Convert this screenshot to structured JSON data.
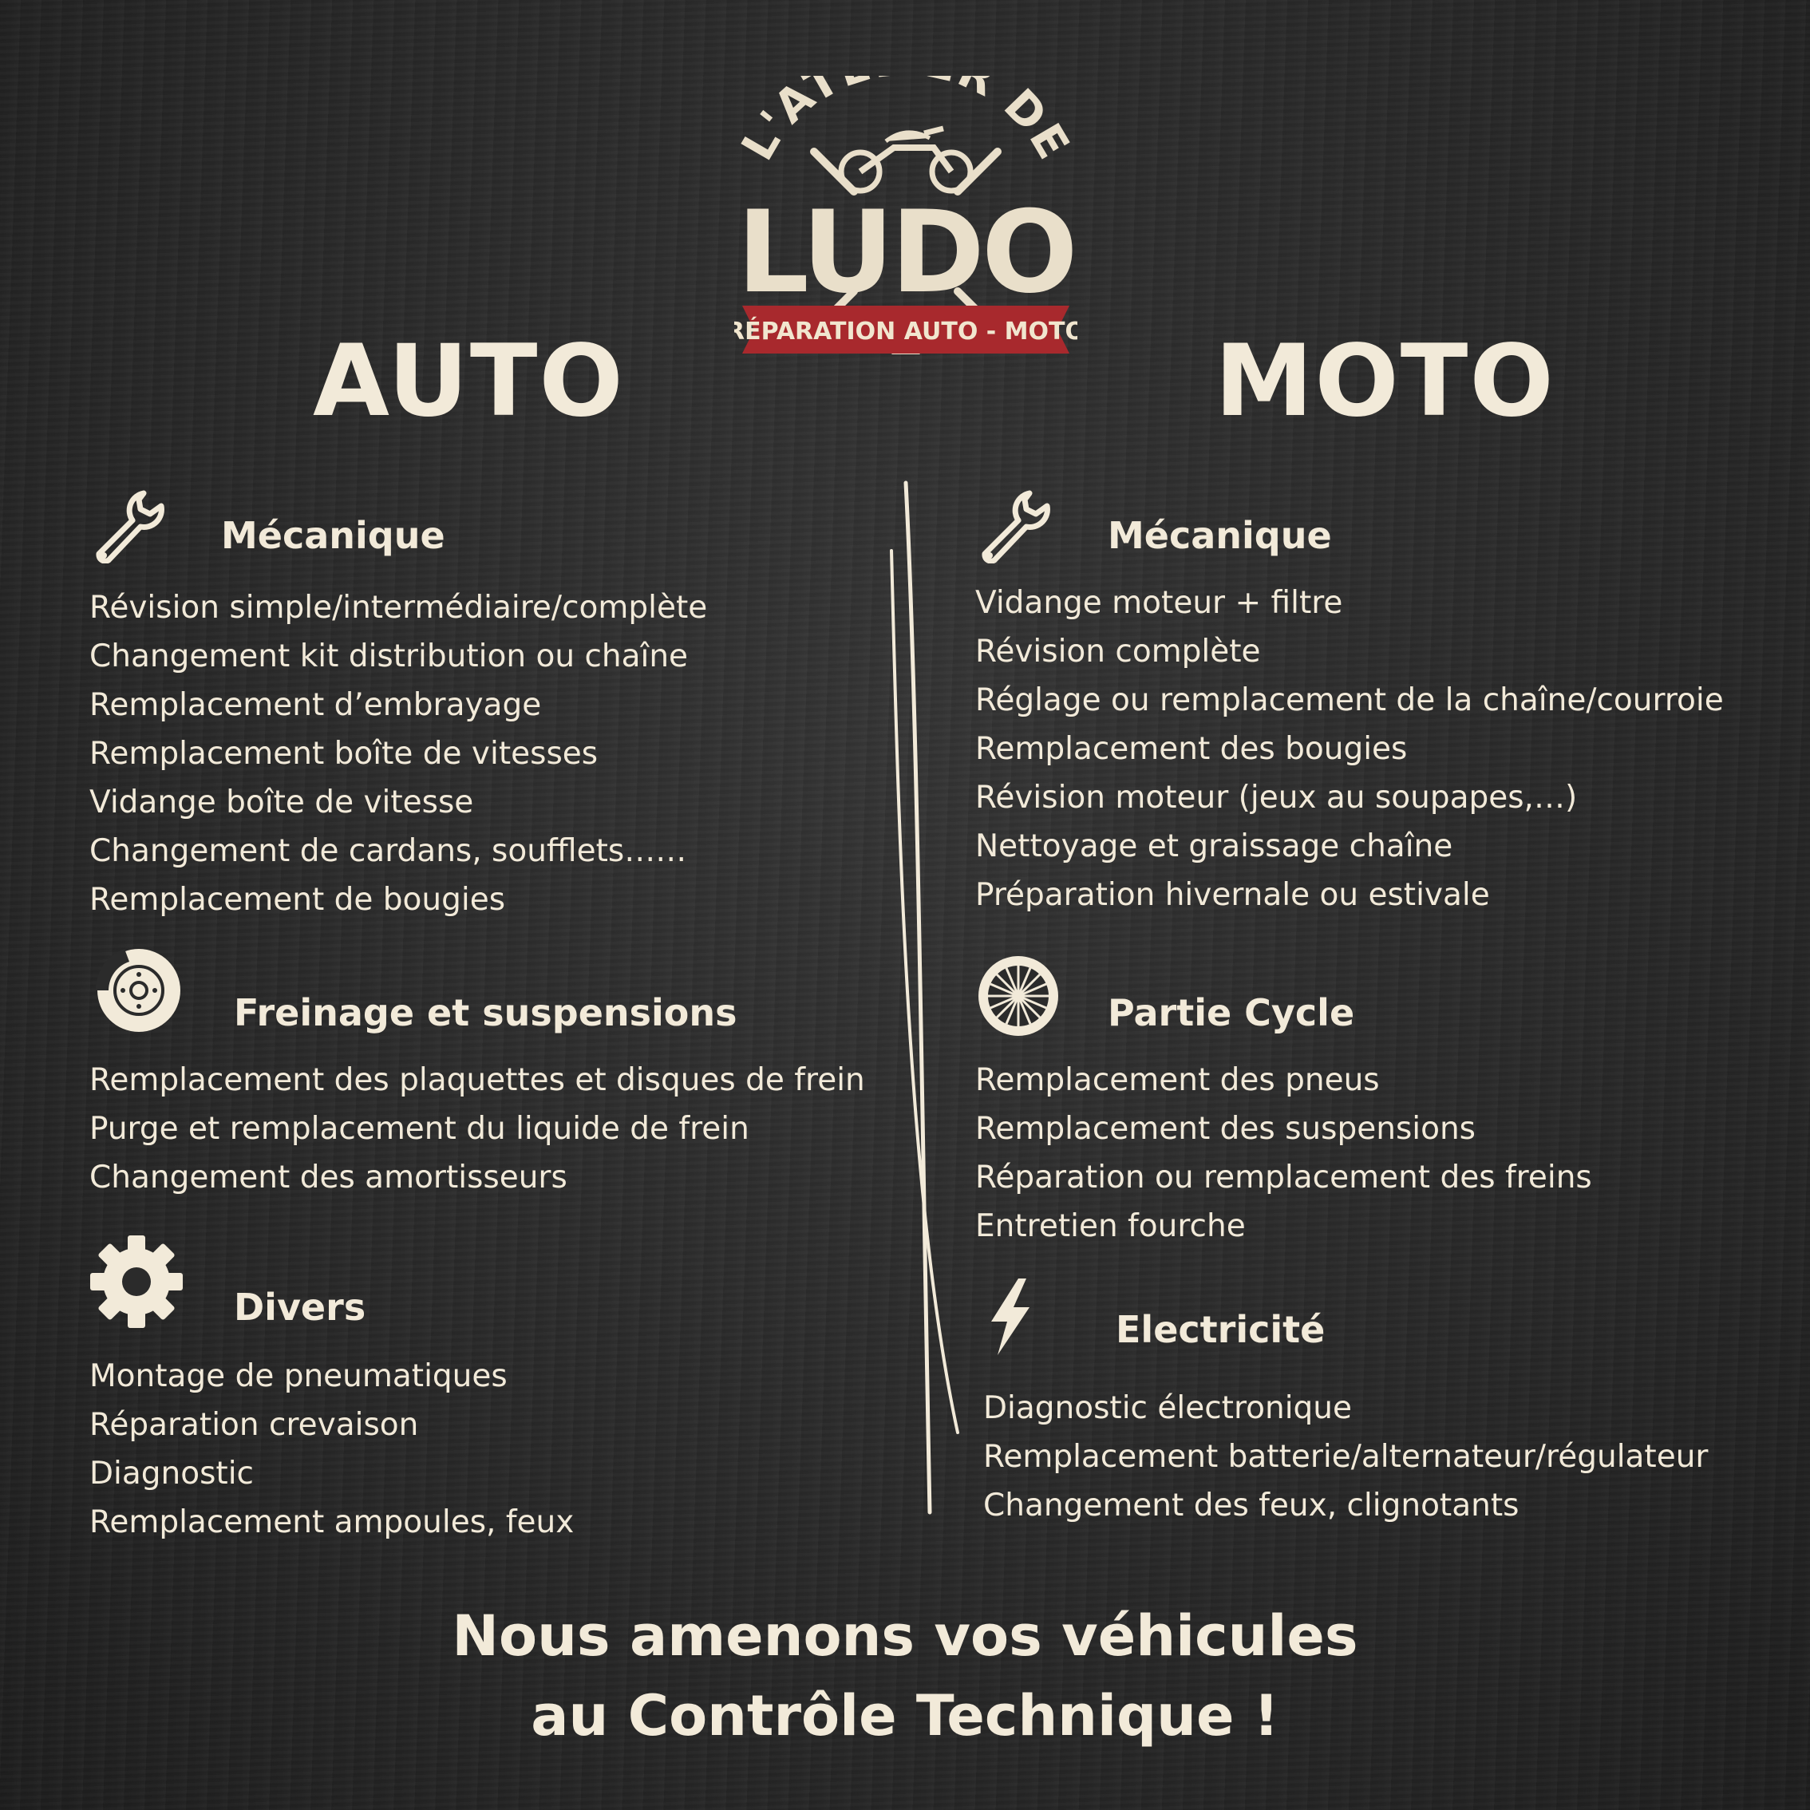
{
  "logo": {
    "arc_text": "L'ATELIER DE",
    "name": "LUDO",
    "ribbon": "RÉPARATION AUTO - MOTO",
    "colors": {
      "cream": "#e9dfca",
      "ribbon": "#a8292d"
    }
  },
  "auto": {
    "heading": "AUTO",
    "sections": [
      {
        "icon": "wrench-icon",
        "title": "Mécanique",
        "items": [
          "Révision simple/intermédiaire/complète",
          "Changement kit distribution ou chaîne",
          "Remplacement d’embrayage",
          "Remplacement boîte de vitesses",
          "Vidange boîte de vitesse",
          "Changement de cardans, soufflets……",
          "Remplacement de bougies"
        ]
      },
      {
        "icon": "brake-disc-icon",
        "title": "Freinage et suspensions",
        "items": [
          "Remplacement des plaquettes et disques de frein",
          "Purge et remplacement du liquide de frein",
          "Changement des amortisseurs"
        ]
      },
      {
        "icon": "gear-icon",
        "title": "Divers",
        "items": [
          "Montage de pneumatiques",
          "Réparation crevaison",
          "Diagnostic",
          "Remplacement ampoules, feux"
        ]
      }
    ]
  },
  "moto": {
    "heading": "MOTO",
    "sections": [
      {
        "icon": "wrench-icon",
        "title": "Mécanique",
        "items": [
          "Vidange moteur + filtre",
          "Révision complète",
          "Réglage ou remplacement de la chaîne/courroie",
          "Remplacement des bougies",
          "Révision moteur (jeux au soupapes,…)",
          "Nettoyage et graissage chaîne",
          "Préparation hivernale ou estivale"
        ]
      },
      {
        "icon": "wheel-icon",
        "title": "Partie Cycle",
        "items": [
          "Remplacement des pneus",
          "Remplacement des suspensions",
          "Réparation ou remplacement des freins",
          "Entretien fourche"
        ]
      },
      {
        "icon": "lightning-icon",
        "title": "Electricité",
        "items": [
          "Diagnostic électronique",
          "Remplacement batterie/alternateur/régulateur",
          "Changement des feux, clignotants"
        ]
      }
    ]
  },
  "footer": {
    "line1": "Nous amenons vos véhicules",
    "line2": "au Contrôle Technique !"
  },
  "colors": {
    "background": "#2b2b2b",
    "text": "#f2ead9"
  }
}
